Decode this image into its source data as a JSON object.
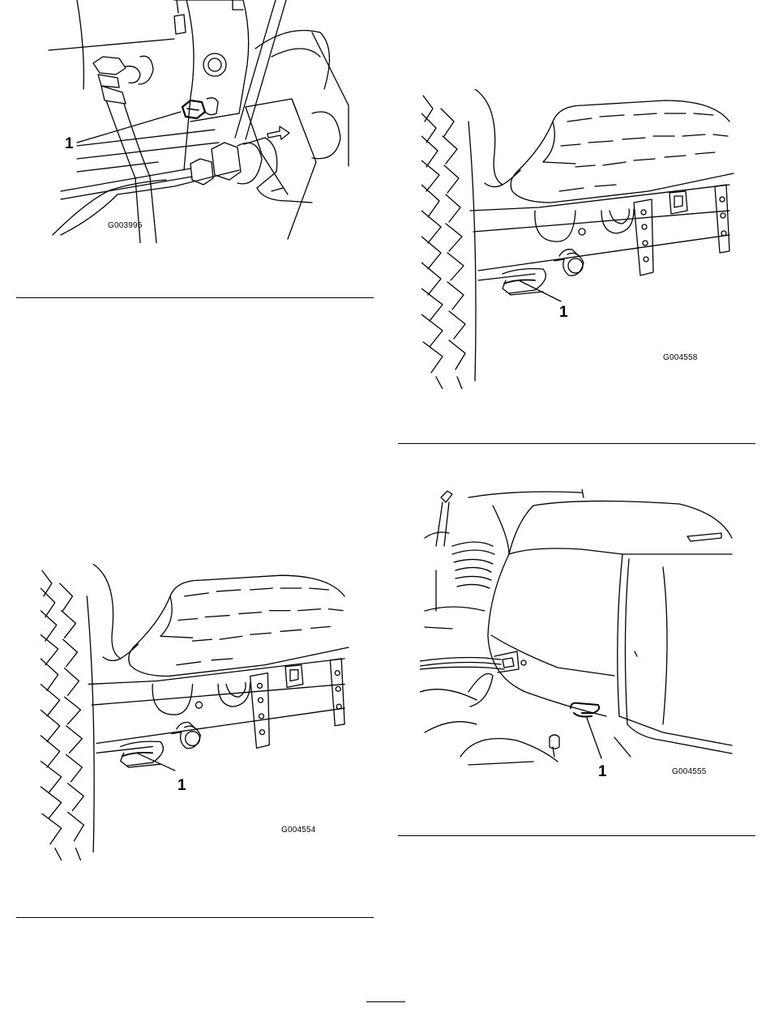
{
  "figures": [
    {
      "id": "fig1",
      "callout": "1",
      "code": "G003995",
      "subject": "hydraulic-fitting-hex-plug"
    },
    {
      "id": "fig2",
      "callout": "1",
      "code": "G004558",
      "subject": "seat-lock-pin-under-seat"
    },
    {
      "id": "fig3",
      "callout": "1",
      "code": "G004554",
      "subject": "seat-lock-pin-under-seat"
    },
    {
      "id": "fig4",
      "callout": "1",
      "code": "G004555",
      "subject": "hood-latch-handle"
    }
  ]
}
